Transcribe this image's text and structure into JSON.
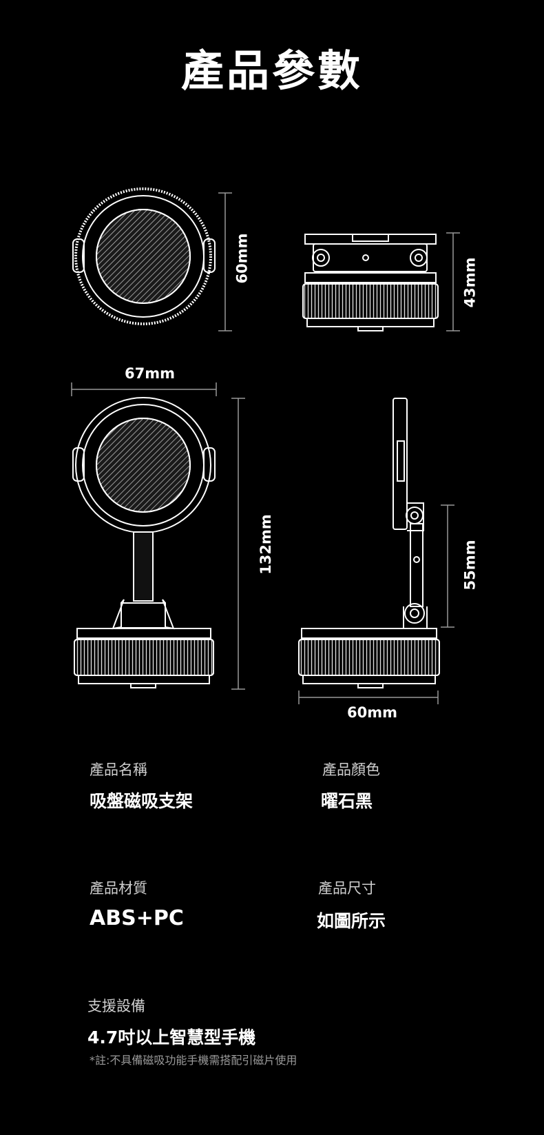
{
  "page": {
    "title": "產品參數"
  },
  "dimensions": {
    "top_front_height": "60mm",
    "side_height": "43mm",
    "front_width": "67mm",
    "front_total_height": "132mm",
    "arm_height": "55mm",
    "base_width": "60mm"
  },
  "specs": {
    "name": {
      "label": "產品名稱",
      "value": "吸盤磁吸支架"
    },
    "color": {
      "label": "產品顏色",
      "value": "曜石黑"
    },
    "material": {
      "label": "產品材質",
      "value": "ABS+PC"
    },
    "size": {
      "label": "產品尺寸",
      "value": "如圖所示"
    },
    "support": {
      "label": "支援設備",
      "value": "4.7吋以上智慧型手機"
    },
    "note": "*註:不具備磁吸功能手機需搭配引磁片使用"
  },
  "colors": {
    "background": "#000000",
    "line": "#ffffff"
  }
}
